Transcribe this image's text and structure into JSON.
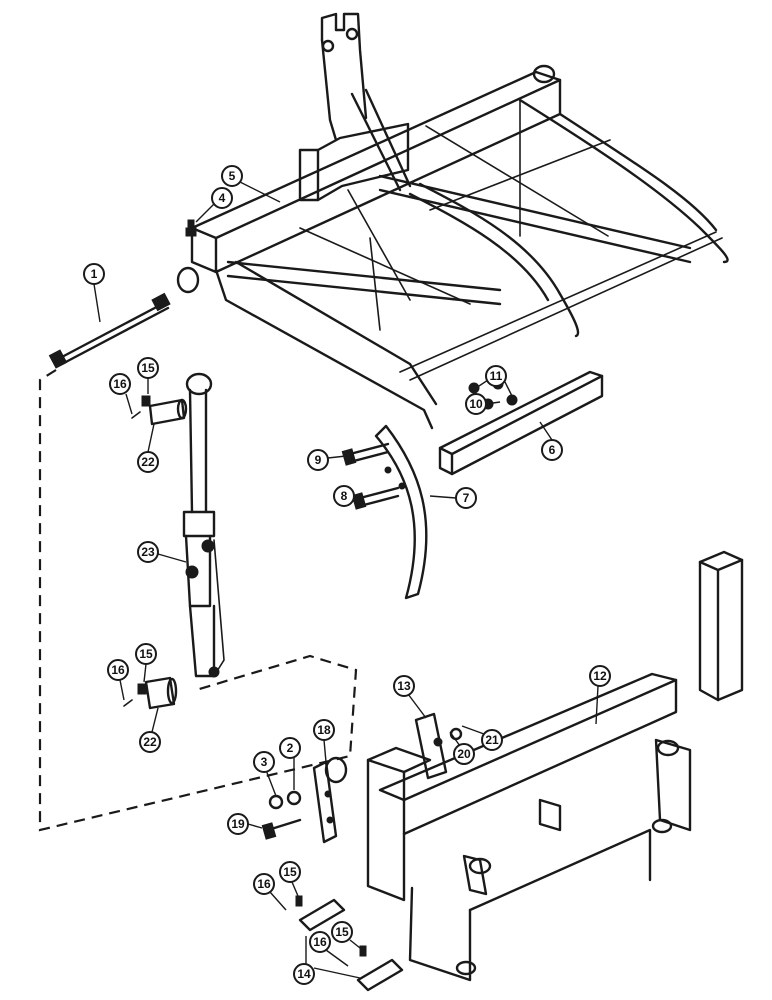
{
  "diagram": {
    "callouts": [
      {
        "id": "c1",
        "label": "1"
      },
      {
        "id": "c2",
        "label": "2"
      },
      {
        "id": "c3",
        "label": "3"
      },
      {
        "id": "c4",
        "label": "4"
      },
      {
        "id": "c5",
        "label": "5"
      },
      {
        "id": "c6",
        "label": "6"
      },
      {
        "id": "c7",
        "label": "7"
      },
      {
        "id": "c8",
        "label": "8"
      },
      {
        "id": "c9",
        "label": "9"
      },
      {
        "id": "c10",
        "label": "10"
      },
      {
        "id": "c11",
        "label": "11"
      },
      {
        "id": "c12",
        "label": "12"
      },
      {
        "id": "c13",
        "label": "13"
      },
      {
        "id": "c14",
        "label": "14"
      },
      {
        "id": "c15a",
        "label": "15"
      },
      {
        "id": "c15b",
        "label": "15"
      },
      {
        "id": "c15c",
        "label": "15"
      },
      {
        "id": "c15d",
        "label": "15"
      },
      {
        "id": "c16a",
        "label": "16"
      },
      {
        "id": "c16b",
        "label": "16"
      },
      {
        "id": "c16c",
        "label": "16"
      },
      {
        "id": "c16d",
        "label": "16"
      },
      {
        "id": "c18",
        "label": "18"
      },
      {
        "id": "c19",
        "label": "19"
      },
      {
        "id": "c20",
        "label": "20"
      },
      {
        "id": "c21",
        "label": "21"
      },
      {
        "id": "c22a",
        "label": "22"
      },
      {
        "id": "c22b",
        "label": "22"
      },
      {
        "id": "c23",
        "label": "23"
      }
    ]
  }
}
